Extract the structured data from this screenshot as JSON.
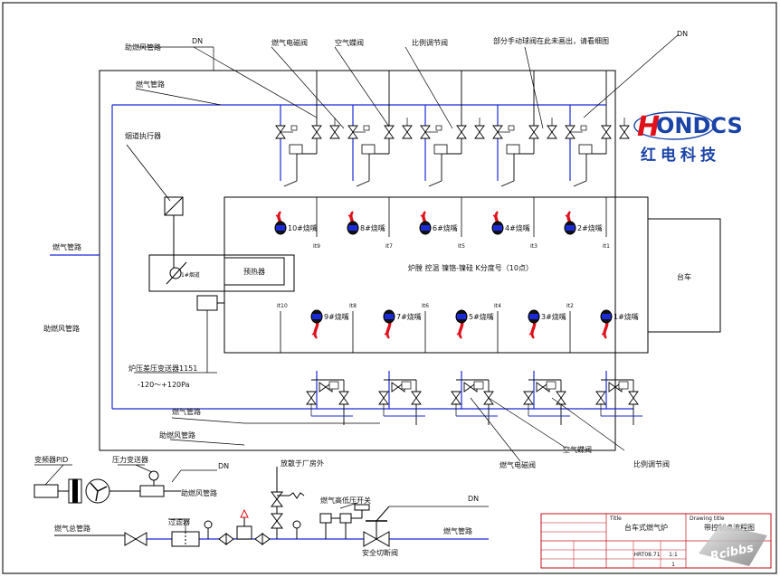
{
  "logo": {
    "mark": "H",
    "text": "ONDCS",
    "cn": "红电科技"
  },
  "watermark": "Rcibbs",
  "labels": {
    "air_pipe_top": "助燃风管路",
    "dn_top_left": "DN",
    "gas_solenoid_top": "燃气电磁阀",
    "air_butterfly_top": "空气蝶阀",
    "ratio_valve_top": "比例调节阀",
    "manual_valve_note": "部分手动球阀在此未画出，请看细图",
    "dn_top_right": "DN",
    "gas_pipe_top": "燃气管路",
    "flue_actuator": "烟道执行器",
    "gas_pipe_left": "燃气管路",
    "air_pipe_left": "助燃风管路",
    "flue": "1#烟道",
    "preheater": "预热器",
    "furnace_tc": "炉膛 控温 镍铬-镍硅 K分度号（10点）",
    "trolley": "台车",
    "pressure_transmitter": "炉压差压变送器1151",
    "pressure_range": "-120～+120Pa",
    "gas_pipe_bottom": "燃气管路",
    "air_pipe_bottom": "助燃风管路",
    "gas_solenoid_bottom": "燃气电磁阀",
    "air_butterfly_bottom": "空气蝶阀",
    "ratio_valve_bottom": "比例调节阀",
    "vfd_pid": "变频器PID",
    "pressure_switch": "压力变送器",
    "dn_bottom_left": "DN",
    "air_pipe_bottom_left": "助燃风管路",
    "vent_outside": "放散于厂房外",
    "gas_hl_switch": "燃气高低压开关",
    "dn_bottom_right": "DN",
    "filter": "过滤器",
    "gas_main": "燃气总管路",
    "gas_pipe_bottom_right": "燃气管路",
    "safety_valve": "安全切断阀"
  },
  "burners_top": [
    "10#烧嘴",
    "8#烧嘴",
    "6#烧嘴",
    "4#烧嘴",
    "2#烧嘴"
  ],
  "burners_bottom": [
    "9#烧嘴",
    "7#烧嘴",
    "5#烧嘴",
    "3#烧嘴",
    "1#烧嘴"
  ],
  "thermocouples_top": [
    "It9",
    "It7",
    "It5",
    "It3",
    "It1"
  ],
  "thermocouples_bottom": [
    "It10",
    "It8",
    "It6",
    "It4",
    "It2"
  ],
  "title_block": {
    "header_left": "Title",
    "title": "台车式燃气炉",
    "header_right": "Drawing title",
    "drawing_title": "带控制点流程图",
    "scale_value": "1:1",
    "drawing_no": "HRT08.71",
    "sheet": "1"
  }
}
